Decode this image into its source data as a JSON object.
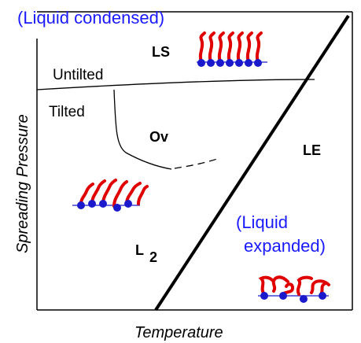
{
  "top_label": "(Liquid condensed)",
  "axes": {
    "y_label": "Spreading Pressure",
    "x_label": "Temperature"
  },
  "regions": {
    "ls": "LS",
    "ov": "Ov",
    "le": "LE",
    "l2_base": "L",
    "l2_sub": "2"
  },
  "boundary_labels": {
    "untilted": "Untilted",
    "tilted": "Tilted"
  },
  "expanded_label": {
    "line1": "(Liquid",
    "line2": "expanded)"
  },
  "colors": {
    "accent_text": "#1a1aff",
    "tail": "#e00000",
    "head": "#1a1acc",
    "line": "#000000"
  }
}
